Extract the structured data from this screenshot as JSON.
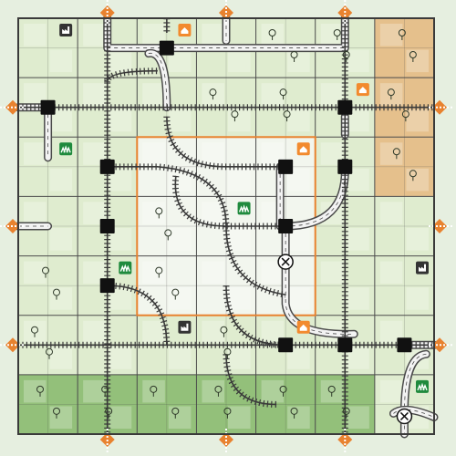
{
  "game": {
    "grid_size": 7,
    "theme": {
      "background": "#e6efe0",
      "board_fill": "#dfeccf",
      "board_border": "#3a3a3a",
      "grid_line": "#4b4b4b",
      "center_zone": "#f2f6ee",
      "center_zone_border": "#e8822f",
      "forest_zone": "#86b86b",
      "mountain_zone": "#e6b57a",
      "road_dark": "#4a4a4a",
      "road_light": "#f3f3f3",
      "rail": "#3a3a3a",
      "station": "#111111",
      "exit_marker": "#e8822f",
      "house_icon": "#f28a2e",
      "factory_icon": "#333333",
      "village_icon": "#1f8a3d",
      "tree_icon": "#2f3a2a"
    },
    "exits": [
      {
        "side": "top",
        "index": 1
      },
      {
        "side": "top",
        "index": 3
      },
      {
        "side": "top",
        "index": 5
      },
      {
        "side": "bottom",
        "index": 1
      },
      {
        "side": "bottom",
        "index": 3
      },
      {
        "side": "bottom",
        "index": 5
      },
      {
        "side": "left",
        "index": 1
      },
      {
        "side": "left",
        "index": 3
      },
      {
        "side": "left",
        "index": 5
      },
      {
        "side": "right",
        "index": 1
      },
      {
        "side": "right",
        "index": 3
      },
      {
        "side": "right",
        "index": 5
      }
    ],
    "stations": [
      {
        "col": 2,
        "row": 0
      },
      {
        "col": 0,
        "row": 1
      },
      {
        "col": 5,
        "row": 1
      },
      {
        "col": 1,
        "row": 2
      },
      {
        "col": 4,
        "row": 2
      },
      {
        "col": 5,
        "row": 2
      },
      {
        "col": 1,
        "row": 3
      },
      {
        "col": 4,
        "row": 3
      },
      {
        "col": 1,
        "row": 4
      },
      {
        "col": 4,
        "row": 5
      },
      {
        "col": 5,
        "row": 5
      },
      {
        "col": 6,
        "row": 5
      }
    ],
    "crossings": [
      {
        "col": 4,
        "row": 3,
        "dy": 0.6
      },
      {
        "col": 6,
        "row": 6,
        "dy": 0.2
      }
    ],
    "icons": [
      {
        "type": "factory",
        "col": 0,
        "row": 0
      },
      {
        "type": "house",
        "col": 2,
        "row": 0
      },
      {
        "type": "house",
        "col": 5,
        "row": 1
      },
      {
        "type": "village",
        "col": 0,
        "row": 2
      },
      {
        "type": "house",
        "col": 4,
        "row": 2
      },
      {
        "type": "village",
        "col": 3,
        "row": 3
      },
      {
        "type": "village",
        "col": 1,
        "row": 4
      },
      {
        "type": "factory",
        "col": 6,
        "row": 4
      },
      {
        "type": "factory",
        "col": 2,
        "row": 5
      },
      {
        "type": "house",
        "col": 4,
        "row": 5
      },
      {
        "type": "village",
        "col": 6,
        "row": 6
      }
    ],
    "zones": {
      "center": {
        "col": 2,
        "row": 2,
        "cols": 3,
        "rows": 3
      },
      "forest": {
        "col": 0,
        "row": 6,
        "cols": 6,
        "rows": 1
      },
      "mountain": {
        "col": 6,
        "row": 0,
        "cols": 1,
        "rows": 3
      }
    }
  }
}
